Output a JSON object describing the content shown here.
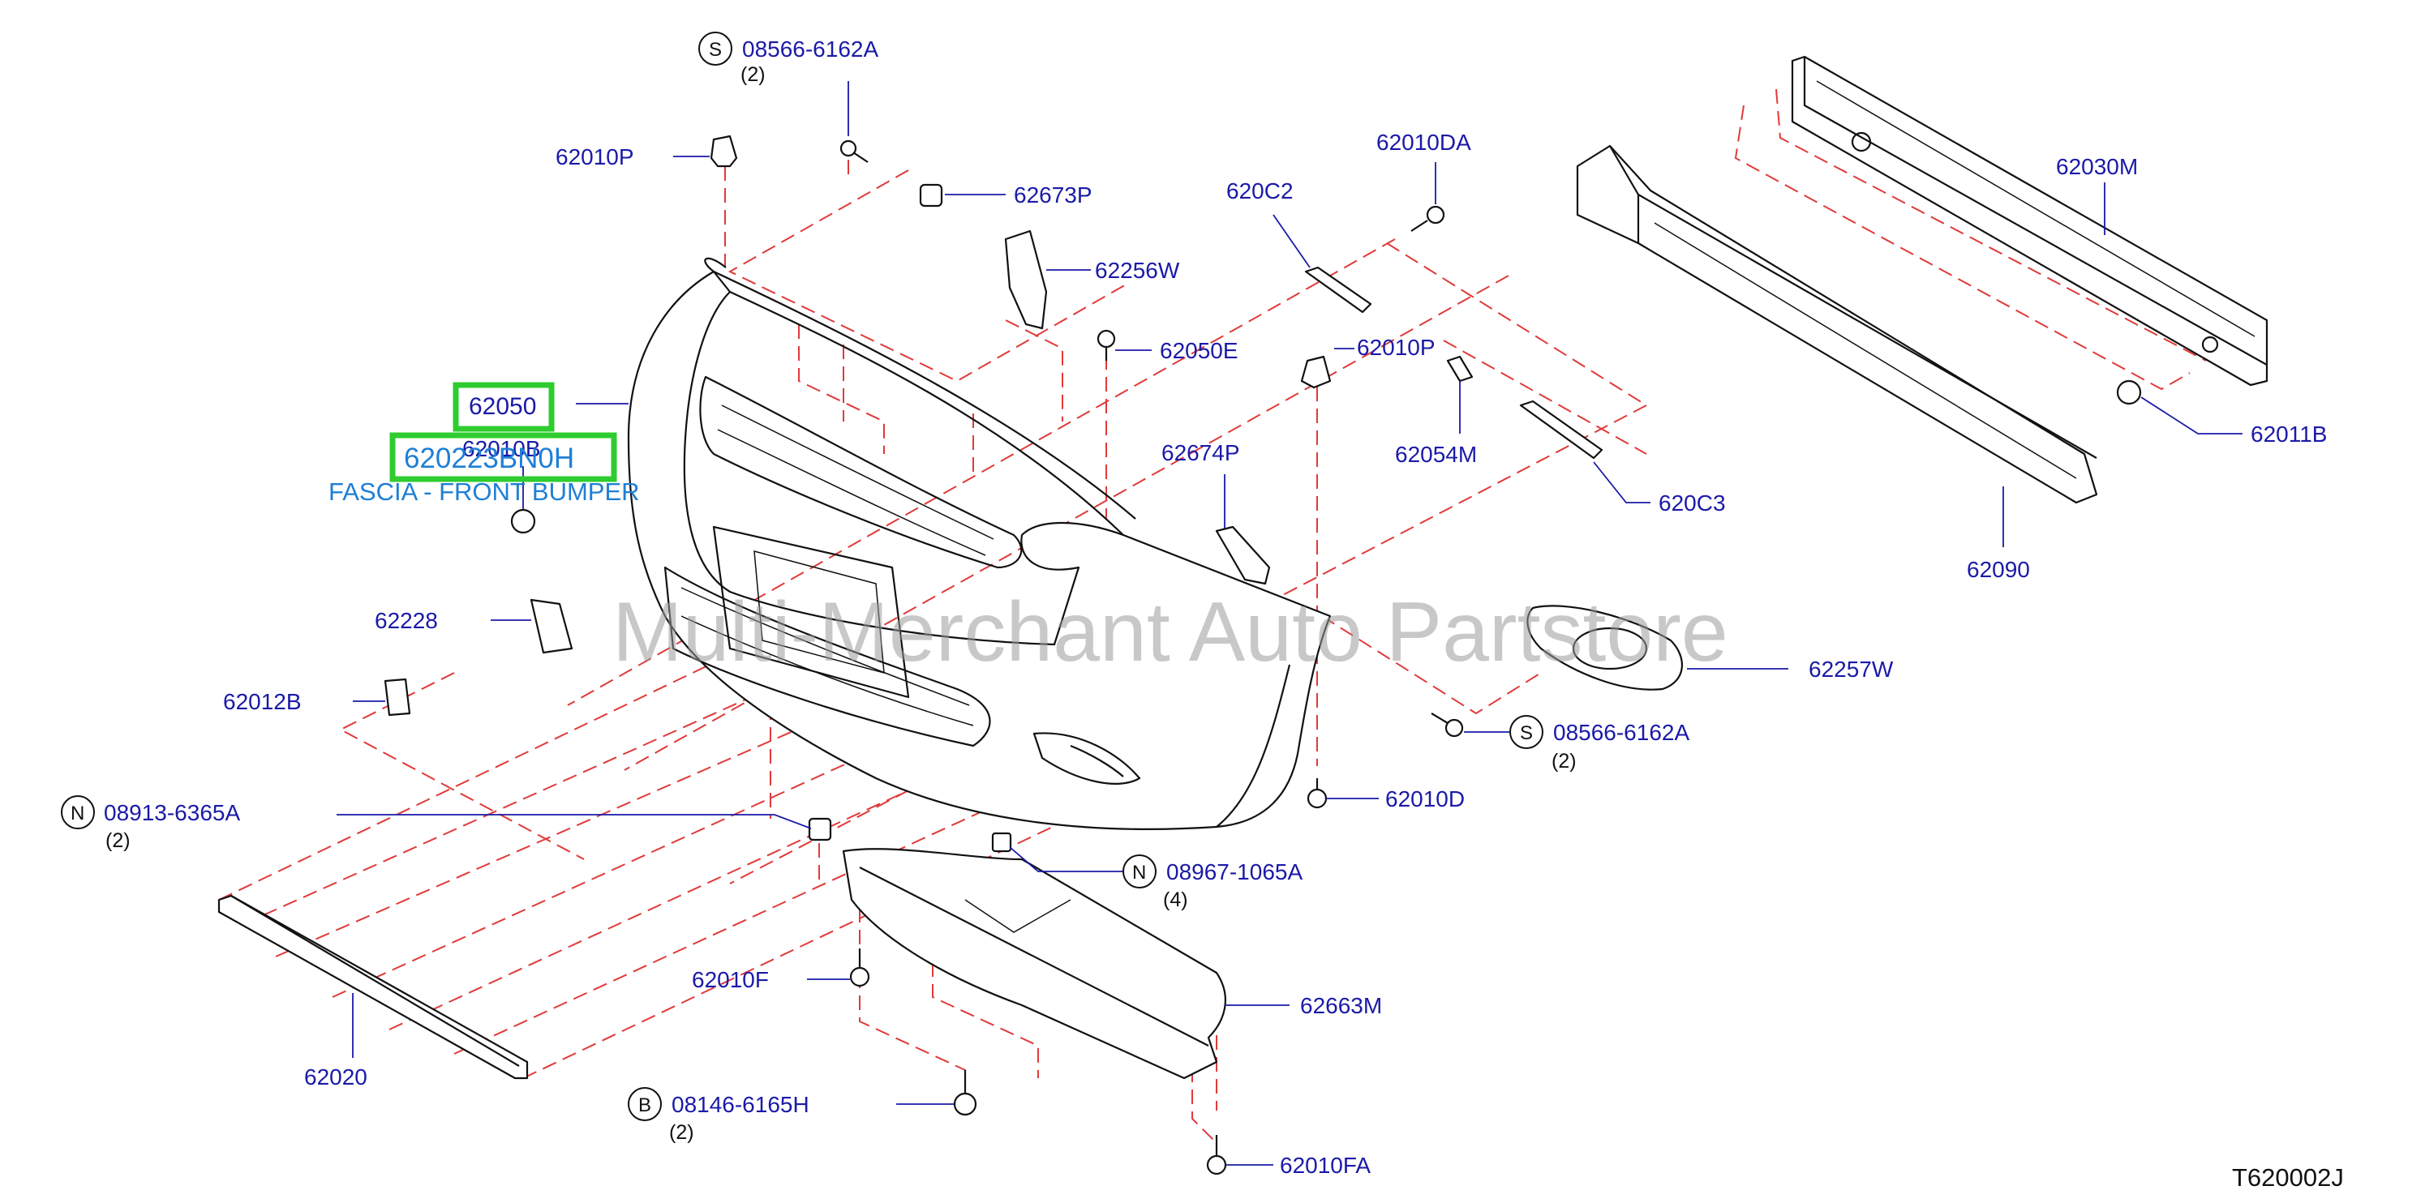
{
  "watermark": "Multi-Merchant Auto Partstore",
  "diagram_id": "T620002J",
  "highlight": {
    "callout": "62050",
    "part_number": "620223BN0H",
    "description": "FASCIA - FRONT BUMPER"
  },
  "callouts": [
    {
      "id": "c1",
      "text": "08566-6162A",
      "badge": "S",
      "qty": "(2)"
    },
    {
      "id": "c2",
      "text": "62010P"
    },
    {
      "id": "c3",
      "text": "62673P"
    },
    {
      "id": "c4",
      "text": "62256W"
    },
    {
      "id": "c5",
      "text": "62050E"
    },
    {
      "id": "c6",
      "text": "620C2"
    },
    {
      "id": "c7",
      "text": "62010DA"
    },
    {
      "id": "c8",
      "text": "62030M"
    },
    {
      "id": "c9",
      "text": "62010P"
    },
    {
      "id": "c10",
      "text": "62054M"
    },
    {
      "id": "c11",
      "text": "620C3"
    },
    {
      "id": "c12",
      "text": "62011B"
    },
    {
      "id": "c13",
      "text": "62090"
    },
    {
      "id": "c14",
      "text": "62010B"
    },
    {
      "id": "c15",
      "text": "62674P"
    },
    {
      "id": "c16",
      "text": "62228"
    },
    {
      "id": "c17",
      "text": "62257W"
    },
    {
      "id": "c18",
      "text": "62012B"
    },
    {
      "id": "c19",
      "text": "08566-6162A",
      "badge": "S",
      "qty": "(2)"
    },
    {
      "id": "c20",
      "text": "62010D"
    },
    {
      "id": "c21",
      "text": "08913-6365A",
      "badge": "N",
      "qty": "(2)"
    },
    {
      "id": "c22",
      "text": "08967-1065A",
      "badge": "N",
      "qty": "(4)"
    },
    {
      "id": "c23",
      "text": "62010F"
    },
    {
      "id": "c24",
      "text": "62663M"
    },
    {
      "id": "c25",
      "text": "62020"
    },
    {
      "id": "c26",
      "text": "08146-6165H",
      "badge": "B",
      "qty": "(2)"
    },
    {
      "id": "c27",
      "text": "62010FA"
    }
  ]
}
